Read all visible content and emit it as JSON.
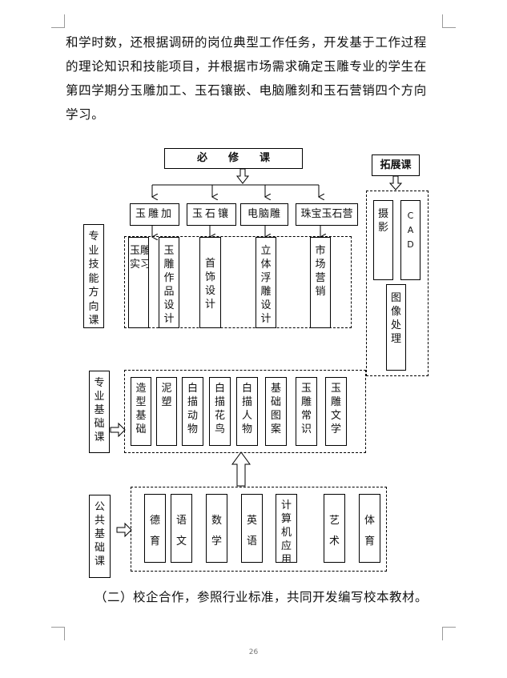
{
  "paragraph": {
    "lines": [
      "和学时数，还根据调研的岗位典型工作任务，开发基于工作过程",
      "的理论知识和技能项目，并根据市场需求确定玉雕专业的学生在",
      "第四学期分玉雕加工、玉石镶嵌、电脑雕刻和玉石营销四个方向",
      "学习。"
    ]
  },
  "diagram": {
    "required_title": "必　　修　　课",
    "elective_title": "拓展课",
    "directions": [
      "玉雕加",
      "玉石镶",
      "电脑雕",
      "珠宝玉石营"
    ],
    "direction_courses": [
      "玉雕实习",
      "玉雕作品设计",
      "首饰设计",
      "立体浮雕设计",
      "市场营销"
    ],
    "elective_courses": [
      "摄影",
      "CAD",
      "图像处理"
    ],
    "row_labels": {
      "skill": "专业技能方向课",
      "basic": "专业基础课",
      "public": "公共基础课"
    },
    "basic_courses": [
      "造型基础",
      "泥塑",
      "白描动物",
      "白描花鸟",
      "白描人物",
      "基础图案",
      "玉雕常识",
      "玉雕文学"
    ],
    "public_courses": [
      "德育",
      "语文",
      "数学",
      "英语",
      "计算机应用",
      "艺术",
      "体育"
    ]
  },
  "caption": "（二）校企合作，参照行业标准，共同开发编写校本教材。",
  "page_number": "26"
}
